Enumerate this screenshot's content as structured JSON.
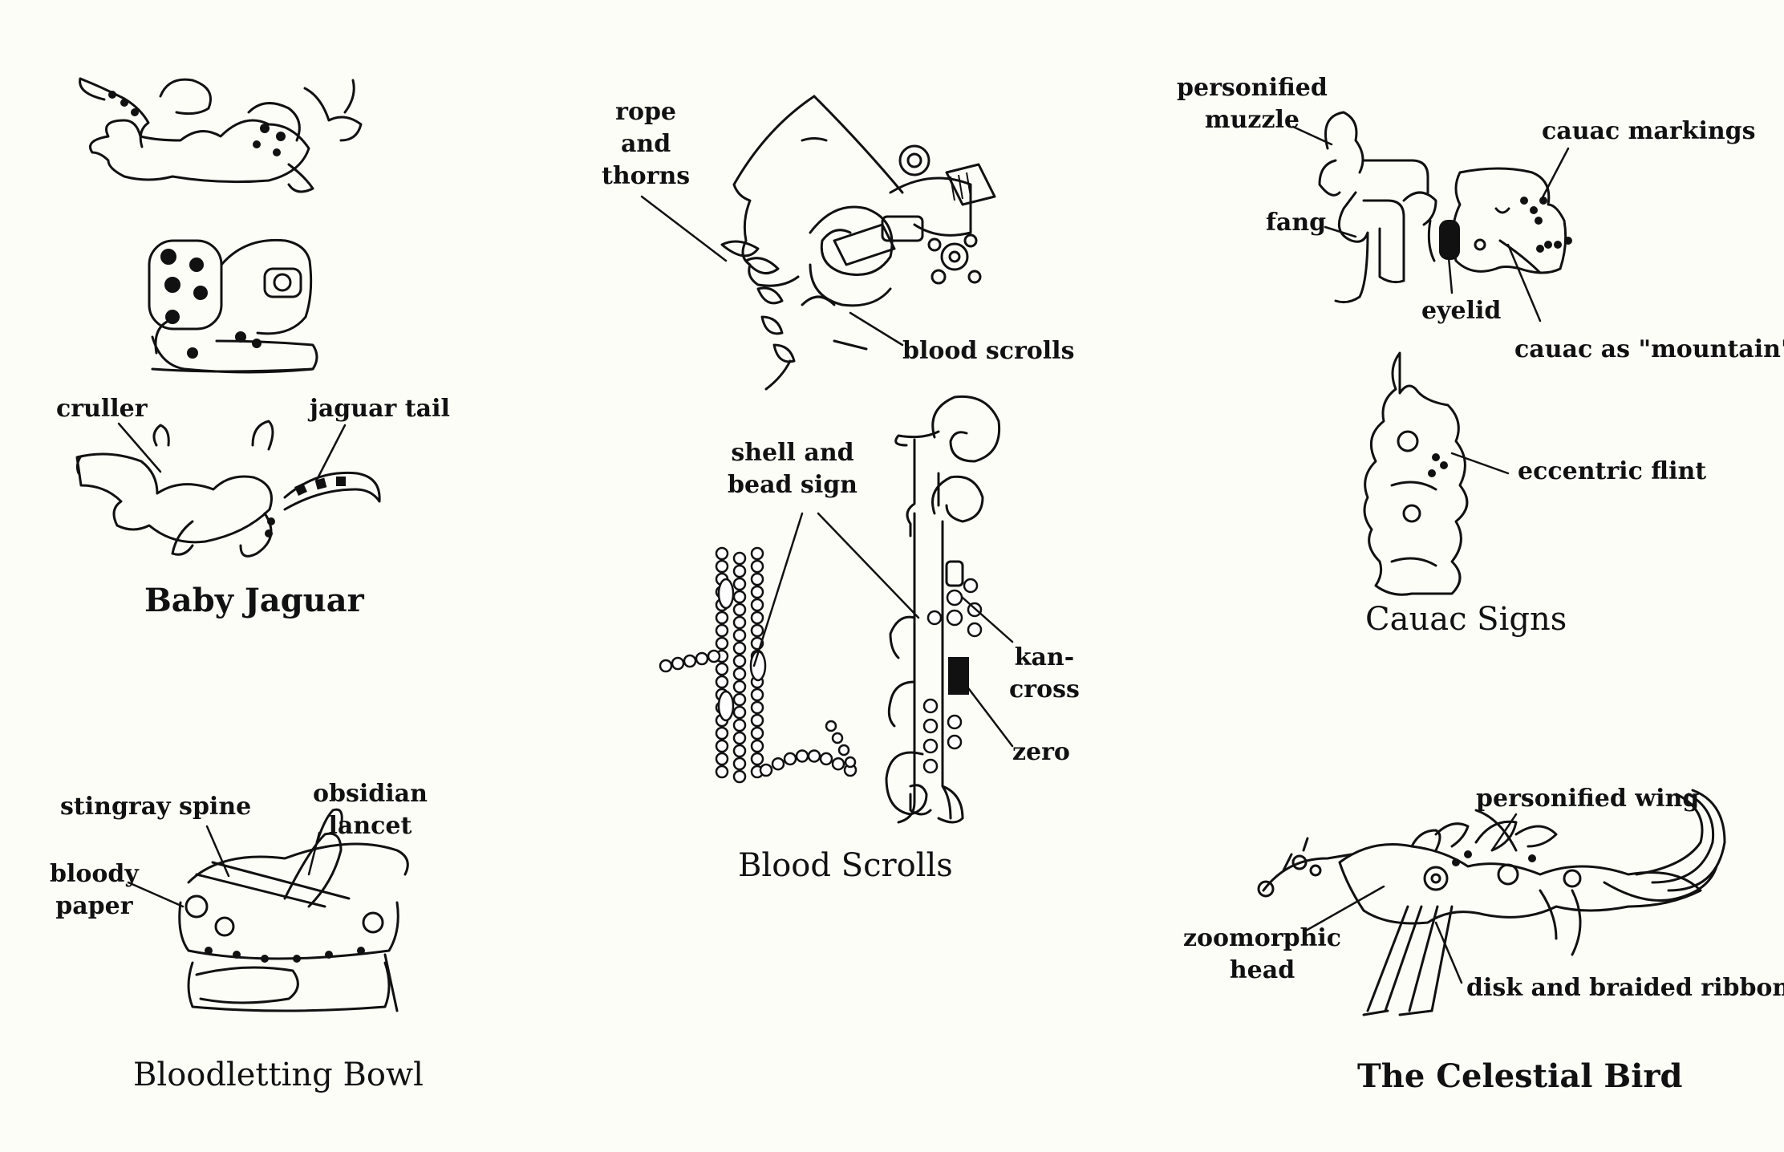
{
  "panels": {
    "baby_jaguar": {
      "title": "Baby Jaguar",
      "labels": {
        "cruller": "cruller",
        "jaguar_tail": "jaguar tail"
      }
    },
    "bloodletting_bowl": {
      "title": "Bloodletting Bowl",
      "labels": {
        "stingray_spine": "stingray spine",
        "obsidian_lancet": "obsidian\nlancet",
        "bloody_paper": "bloody\npaper"
      }
    },
    "blood_scrolls": {
      "title": "Blood Scrolls",
      "labels": {
        "rope_and_thorns": "rope\nand\nthorns",
        "blood_scrolls": "blood scrolls",
        "shell_and_bead_sign": "shell and\nbead sign",
        "kan_cross": "kan-\ncross",
        "zero": "zero"
      }
    },
    "cauac_signs": {
      "title": "Cauac Signs",
      "labels": {
        "personified_muzzle": "personified\nmuzzle",
        "cauac_markings": "cauac markings",
        "fang": "fang",
        "eyelid": "eyelid",
        "cauac_as_mountain": "cauac as \"mountain\"",
        "eccentric_flint": "eccentric flint"
      }
    },
    "celestial_bird": {
      "title": "The Celestial Bird",
      "labels": {
        "personified_wing": "personified wing",
        "zoomorphic_head": "zoomorphic\nhead",
        "disk_and_braided_ribbon": "disk and braided ribbon"
      }
    }
  }
}
